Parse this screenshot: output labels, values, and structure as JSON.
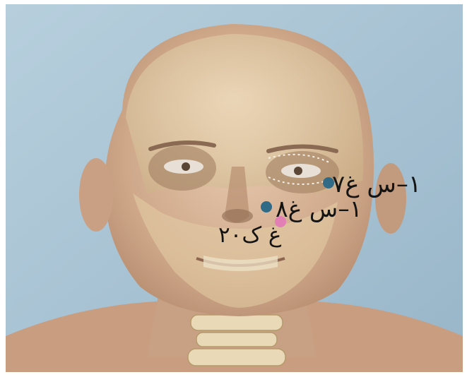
{
  "image": {
    "subject": "skull-overlay-face-acupuncture-points",
    "colors": {
      "background": "#a9c4d6",
      "skin": "#d9b79a",
      "bone": "#e8d7b2",
      "point_blue": "#2f6a86",
      "point_pink": "#e27fb5",
      "label_text": "#141414"
    }
  },
  "labels": [
    {
      "text": "١–س غ٧",
      "color": "#2f6a86"
    },
    {
      "text": "١–س غ٨",
      "color": "#2f6a86"
    },
    {
      "text": "غ ک٢٠",
      "color": "#e27fb5"
    }
  ]
}
